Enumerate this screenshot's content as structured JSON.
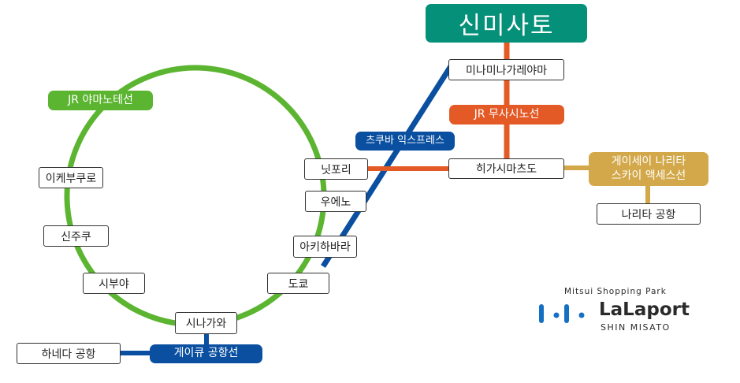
{
  "destination": "신미사토",
  "colors": {
    "yamanote": "#5cb531",
    "tsukuba": "#0a4fa0",
    "musashino": "#e45a26",
    "keisei": "#d3a84a",
    "keikyu": "#0a4fa0",
    "destination": "#05907a",
    "logo_blue": "#1570c4"
  },
  "lines": {
    "yamanote": "JR 야마노테선",
    "tsukuba": "츠쿠바 익스프레스",
    "musashino": "JR 무사시노선",
    "keisei": "게이세이 나리타\n스카이 액세스선",
    "keikyu": "게이큐 공항선"
  },
  "stations": {
    "ikebukuro": "이케부쿠로",
    "shinjuku": "신주쿠",
    "shibuya": "시부야",
    "shinagawa": "시나가와",
    "tokyo": "도쿄",
    "akihabara": "아키하바라",
    "ueno": "우에노",
    "nippori": "닛포리",
    "minami_nagareyama": "미나미나가레야마",
    "higashi_matsudo": "히가시마츠도",
    "narita_airport": "나리타 공항",
    "haneda_airport": "하네다 공항"
  },
  "logo": {
    "top_text": "Mitsui Shopping Park",
    "brand": "LaLaport",
    "sub_text": "SHIN MISATO"
  }
}
